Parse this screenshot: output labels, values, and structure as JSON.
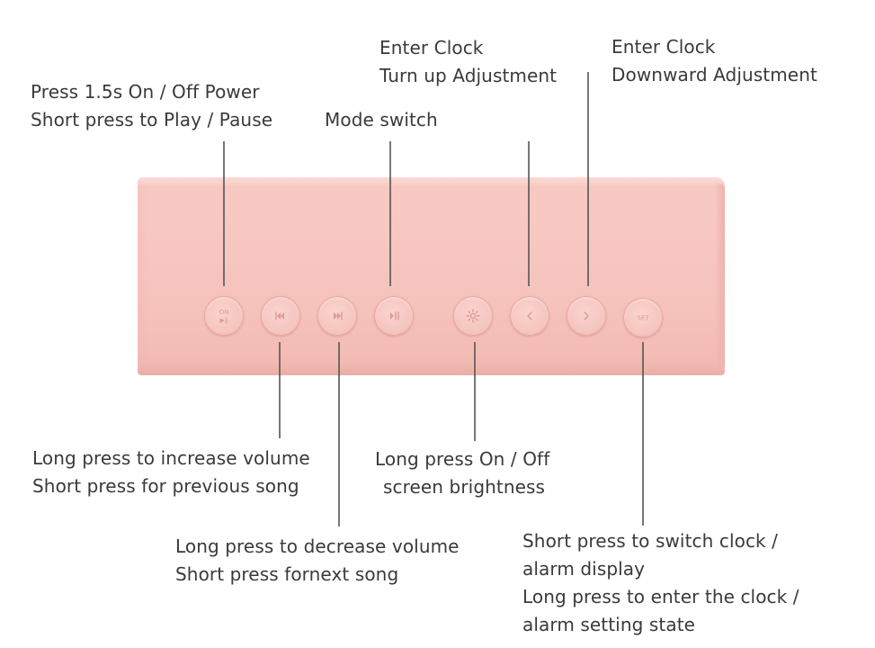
{
  "labels": {
    "power": [
      "Press 1.5s On / Off Power",
      "Short press to Play / Pause"
    ],
    "mode": [
      "Mode switch"
    ],
    "clock_up": [
      "Enter Clock",
      "Turn up Adjustment"
    ],
    "clock_down": [
      "Enter Clock",
      "Downward Adjustment"
    ],
    "prev": [
      "Long press to increase volume",
      "Short press for previous song"
    ],
    "next": [
      "Long press to decrease volume",
      "Short press fornext song"
    ],
    "brightness": [
      "Long press On / Off",
      "screen brightness"
    ],
    "set": [
      "Short press to switch clock /",
      "alarm display",
      "Long press to enter the clock /",
      "alarm setting state"
    ]
  },
  "buttons": [
    {
      "name": "on-off-button",
      "icon": "power-play-pause-icon",
      "text_top": "ON",
      "text_bottom": "▶‖"
    },
    {
      "name": "previous-button",
      "icon": "skip-back-icon"
    },
    {
      "name": "next-button",
      "icon": "skip-forward-icon"
    },
    {
      "name": "mode-button",
      "icon": "play-pause-icon"
    },
    {
      "name": "brightness-button",
      "icon": "sun-icon"
    },
    {
      "name": "left-button",
      "icon": "chevron-left-icon"
    },
    {
      "name": "right-button",
      "icon": "chevron-right-icon"
    },
    {
      "name": "set-button",
      "icon": "set-icon",
      "text": "SET"
    }
  ],
  "colors": {
    "speaker": "#f7c6c0",
    "button_symbol": "#df9a93",
    "text": "#3a3a3a",
    "lines": "#555555"
  }
}
